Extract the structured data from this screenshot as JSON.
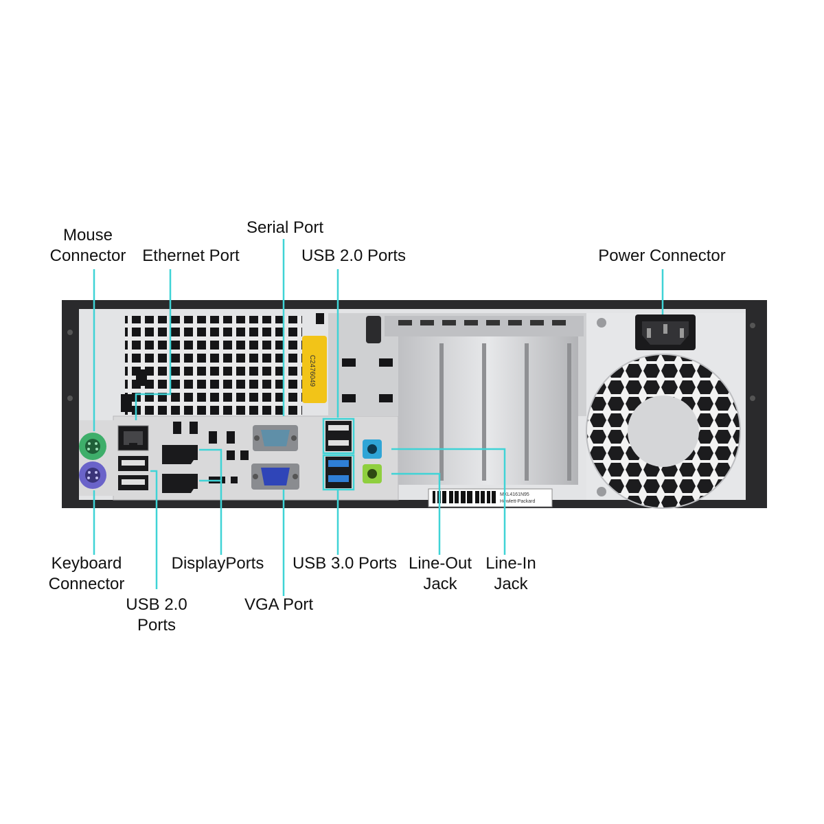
{
  "labels": {
    "mouse": {
      "line1": "Mouse",
      "line2": "Connector"
    },
    "ethernet": "Ethernet Port",
    "serial": "Serial Port",
    "usb2_top": "USB 2.0 Ports",
    "power": "Power Connector",
    "keyboard": {
      "line1": "Keyboard",
      "line2": "Connector"
    },
    "displayports": "DisplayPorts",
    "usb3": "USB 3.0 Ports",
    "line_out": {
      "line1": "Line-Out",
      "line2": "Jack"
    },
    "line_in": {
      "line1": "Line-In",
      "line2": "Jack"
    },
    "usb2_bottom": {
      "line1": "USB 2.0",
      "line2": "Ports"
    },
    "vga": "VGA Port"
  },
  "stickers": {
    "asset_tag": "C2476049",
    "serial_label_line1": "MXL4161N95",
    "serial_label_line2": "Hewlett-Packard"
  },
  "colors": {
    "callout_line": "#3fd3d6",
    "chassis": "#2a2a2c",
    "io_panel": "#d9d9da",
    "ps2_mouse": "#3eae6a",
    "ps2_keyboard": "#6a63c9",
    "vga": "#2f45b8",
    "usb3": "#2f7fd6",
    "line_in_jack": "#2fa5d6",
    "line_out_jack": "#8fcf3f",
    "asset_sticker": "#f2c418"
  }
}
